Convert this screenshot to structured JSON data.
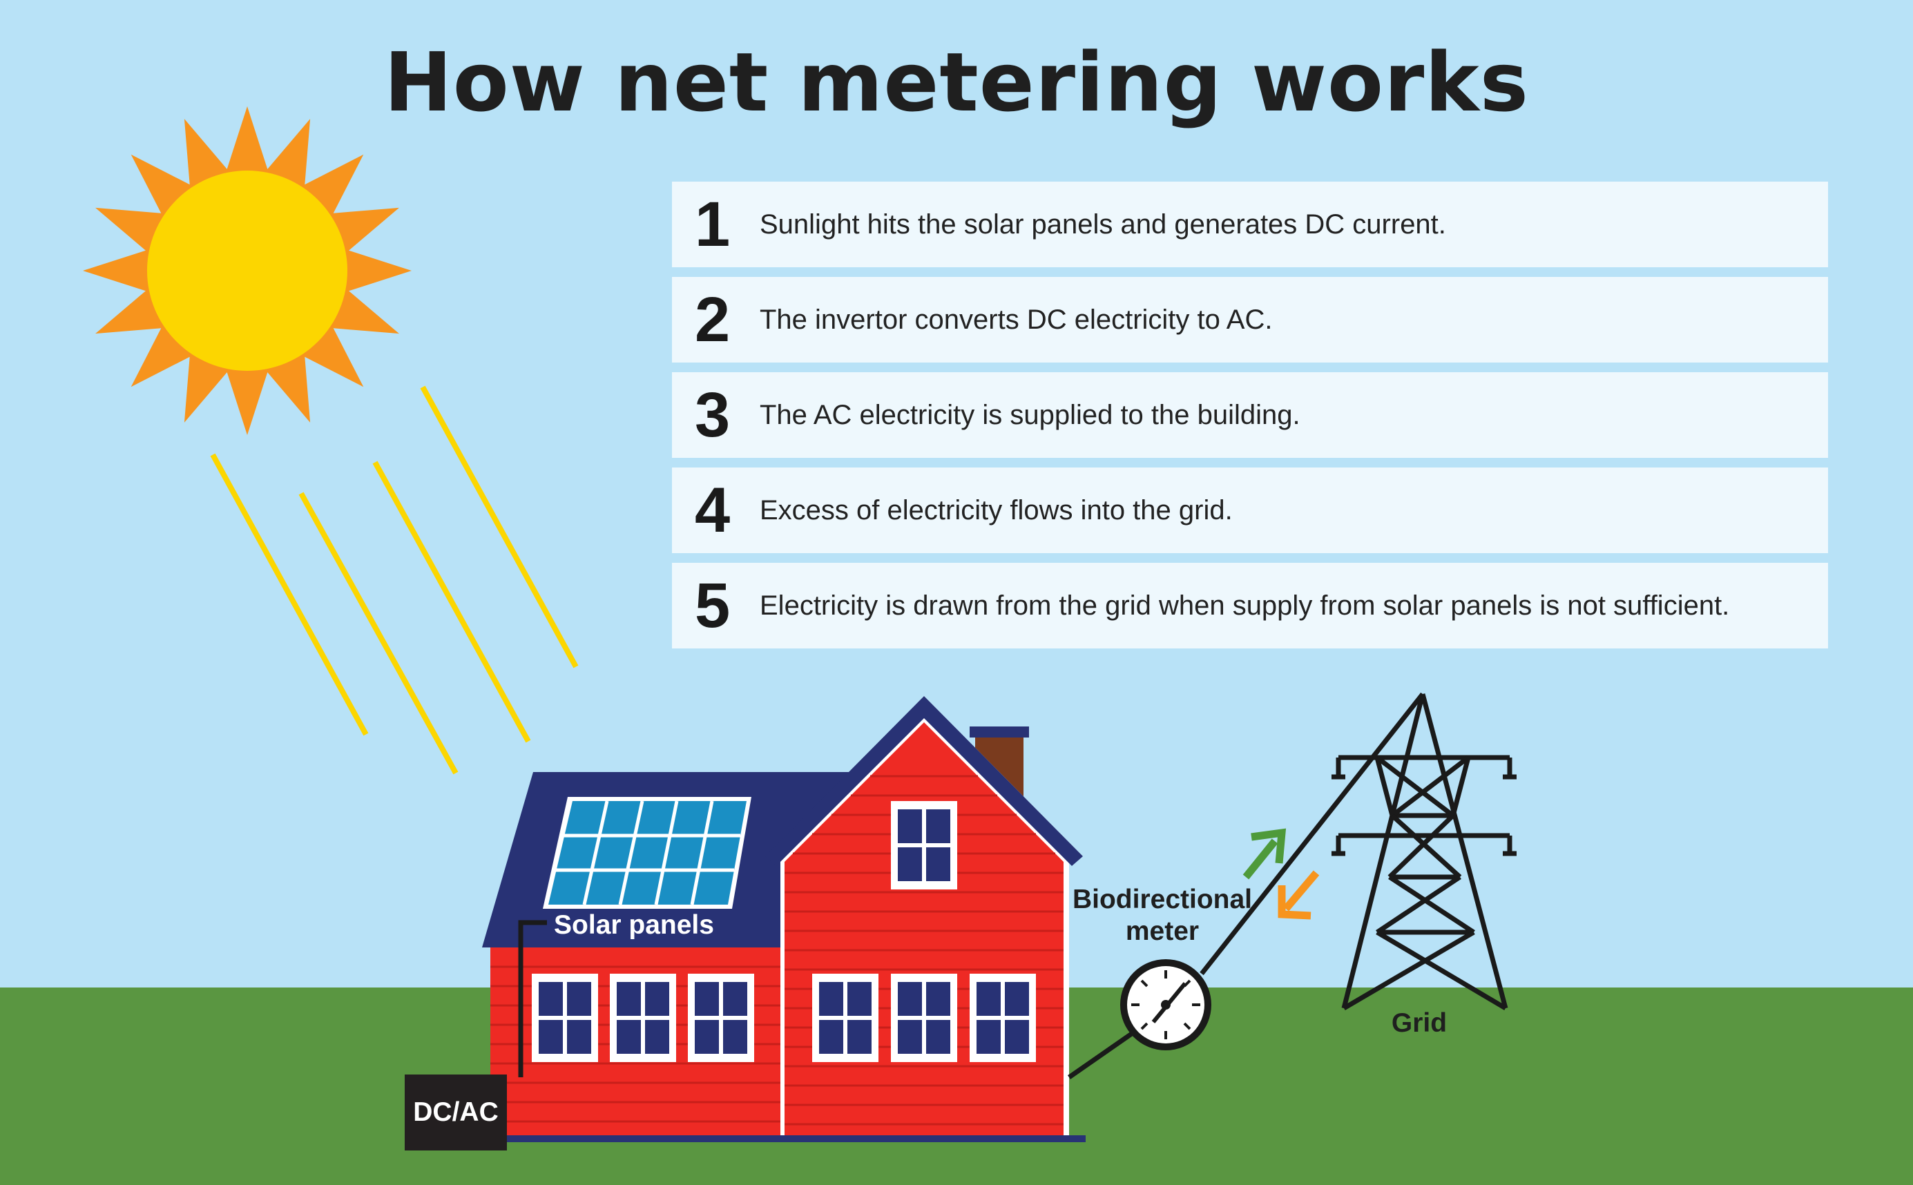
{
  "title": "How net metering works",
  "steps": [
    {
      "number": "1",
      "text": "Sunlight hits the solar panels and generates DC current."
    },
    {
      "number": "2",
      "text": "The invertor converts DC electricity to AC."
    },
    {
      "number": "3",
      "text": "The AC electricity is supplied to the building."
    },
    {
      "number": "4",
      "text": "Excess of electricity flows into the grid."
    },
    {
      "number": "5",
      "text": "Electricity is drawn from the grid when supply from solar panels is not sufficient."
    }
  ],
  "labels": {
    "solar_panels": "Solar panels",
    "meter_line1": "Biodirectional",
    "meter_line2": "meter",
    "grid": "Grid",
    "inverter": "DC/AC"
  },
  "colors": {
    "sky": "#b8e2f7",
    "ground": "#5a9641",
    "sun_core": "#fcd600",
    "sun_rays": "#f7941d",
    "house_red": "#ee2a24",
    "roof": "#283275",
    "panel_blue": "#1a8fc4",
    "arrow_out": "#4e9a3a",
    "arrow_in": "#f7941d"
  },
  "icons": [
    "sun-icon",
    "house-icon",
    "solar-panel-icon",
    "meter-icon",
    "power-tower-icon",
    "inverter-icon"
  ]
}
